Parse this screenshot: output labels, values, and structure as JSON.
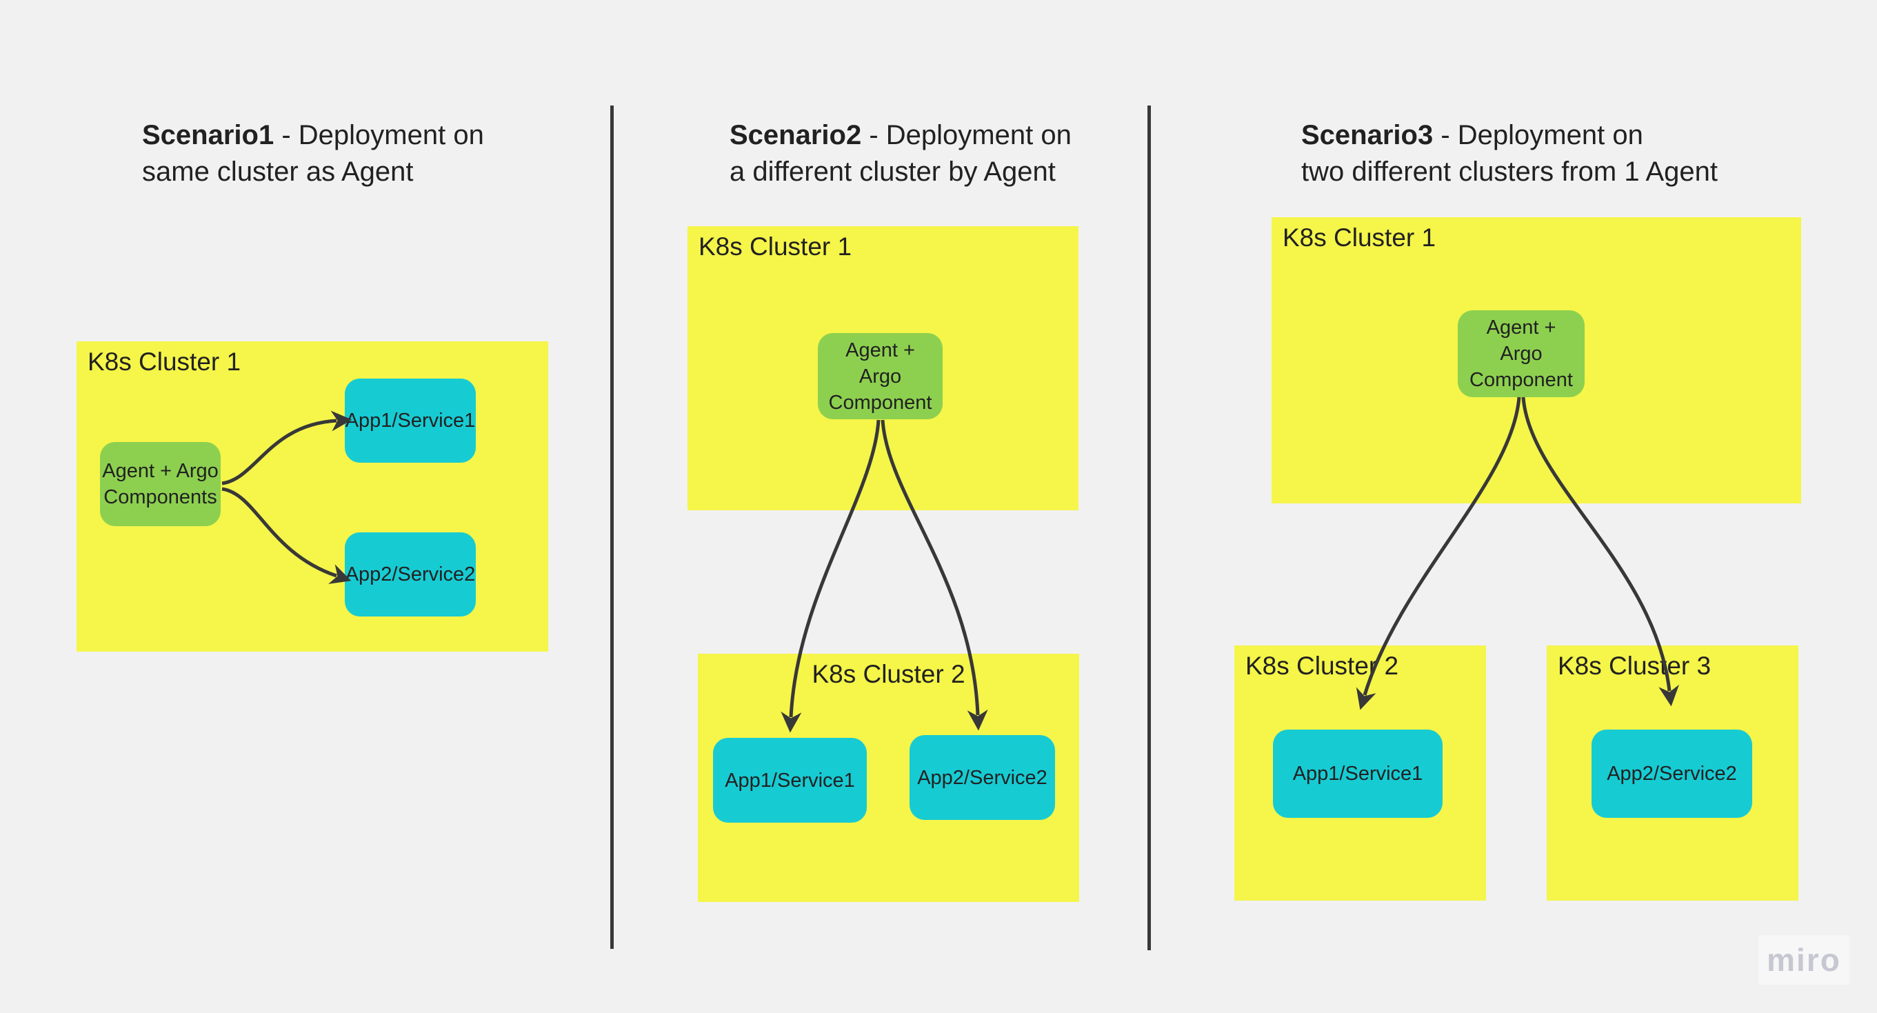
{
  "colors": {
    "bg": "#f1f1f1",
    "cluster_fill": "#f5f54a",
    "agent_fill": "#8dd04f",
    "app_fill": "#17cbd3",
    "connector": "#383838",
    "ink": "#212121",
    "watermark_ink": "#c7c7d1",
    "watermark_bg": "#f7f7f8"
  },
  "scenarios": {
    "s1": {
      "title": {
        "bold": "Scenario1",
        "rest": " - Deployment on",
        "line2": "same cluster as Agent"
      },
      "cluster1_label": "K8s Cluster 1",
      "agent_label": "Agent + Argo\nComponents",
      "app1_label": "App1/Service1",
      "app2_label": "App2/Service2",
      "connections": [
        {
          "from": "Agent + Argo Components",
          "to": "App1/Service1"
        },
        {
          "from": "Agent + Argo Components",
          "to": "App2/Service2"
        }
      ]
    },
    "s2": {
      "title": {
        "bold": "Scenario2",
        "rest": " - Deployment on",
        "line2": "a different cluster by Agent"
      },
      "cluster1_label": "K8s Cluster 1",
      "cluster2_label": "K8s Cluster 2",
      "agent_label": "Agent +\nArgo\nComponent",
      "app1_label": "App1/Service1",
      "app2_label": "App2/Service2",
      "connections": [
        {
          "from": "Agent + Argo Component (K8s Cluster 1)",
          "to": "App1/Service1 (K8s Cluster 2)"
        },
        {
          "from": "Agent + Argo Component (K8s Cluster 1)",
          "to": "App2/Service2 (K8s Cluster 2)"
        }
      ]
    },
    "s3": {
      "title": {
        "bold": "Scenario3",
        "rest": " - Deployment on",
        "line2": "two different clusters from 1 Agent"
      },
      "cluster1_label": "K8s Cluster 1",
      "cluster2_label": "K8s Cluster 2",
      "cluster3_label": "K8s Cluster 3",
      "agent_label": "Agent +\nArgo\nComponent",
      "app1_label": "App1/Service1",
      "app2_label": "App2/Service2",
      "connections": [
        {
          "from": "Agent + Argo Component (K8s Cluster 1)",
          "to": "App1/Service1 (K8s Cluster 2)"
        },
        {
          "from": "Agent + Argo Component (K8s Cluster 1)",
          "to": "App2/Service2 (K8s Cluster 3)"
        }
      ]
    }
  },
  "watermark": "miro"
}
